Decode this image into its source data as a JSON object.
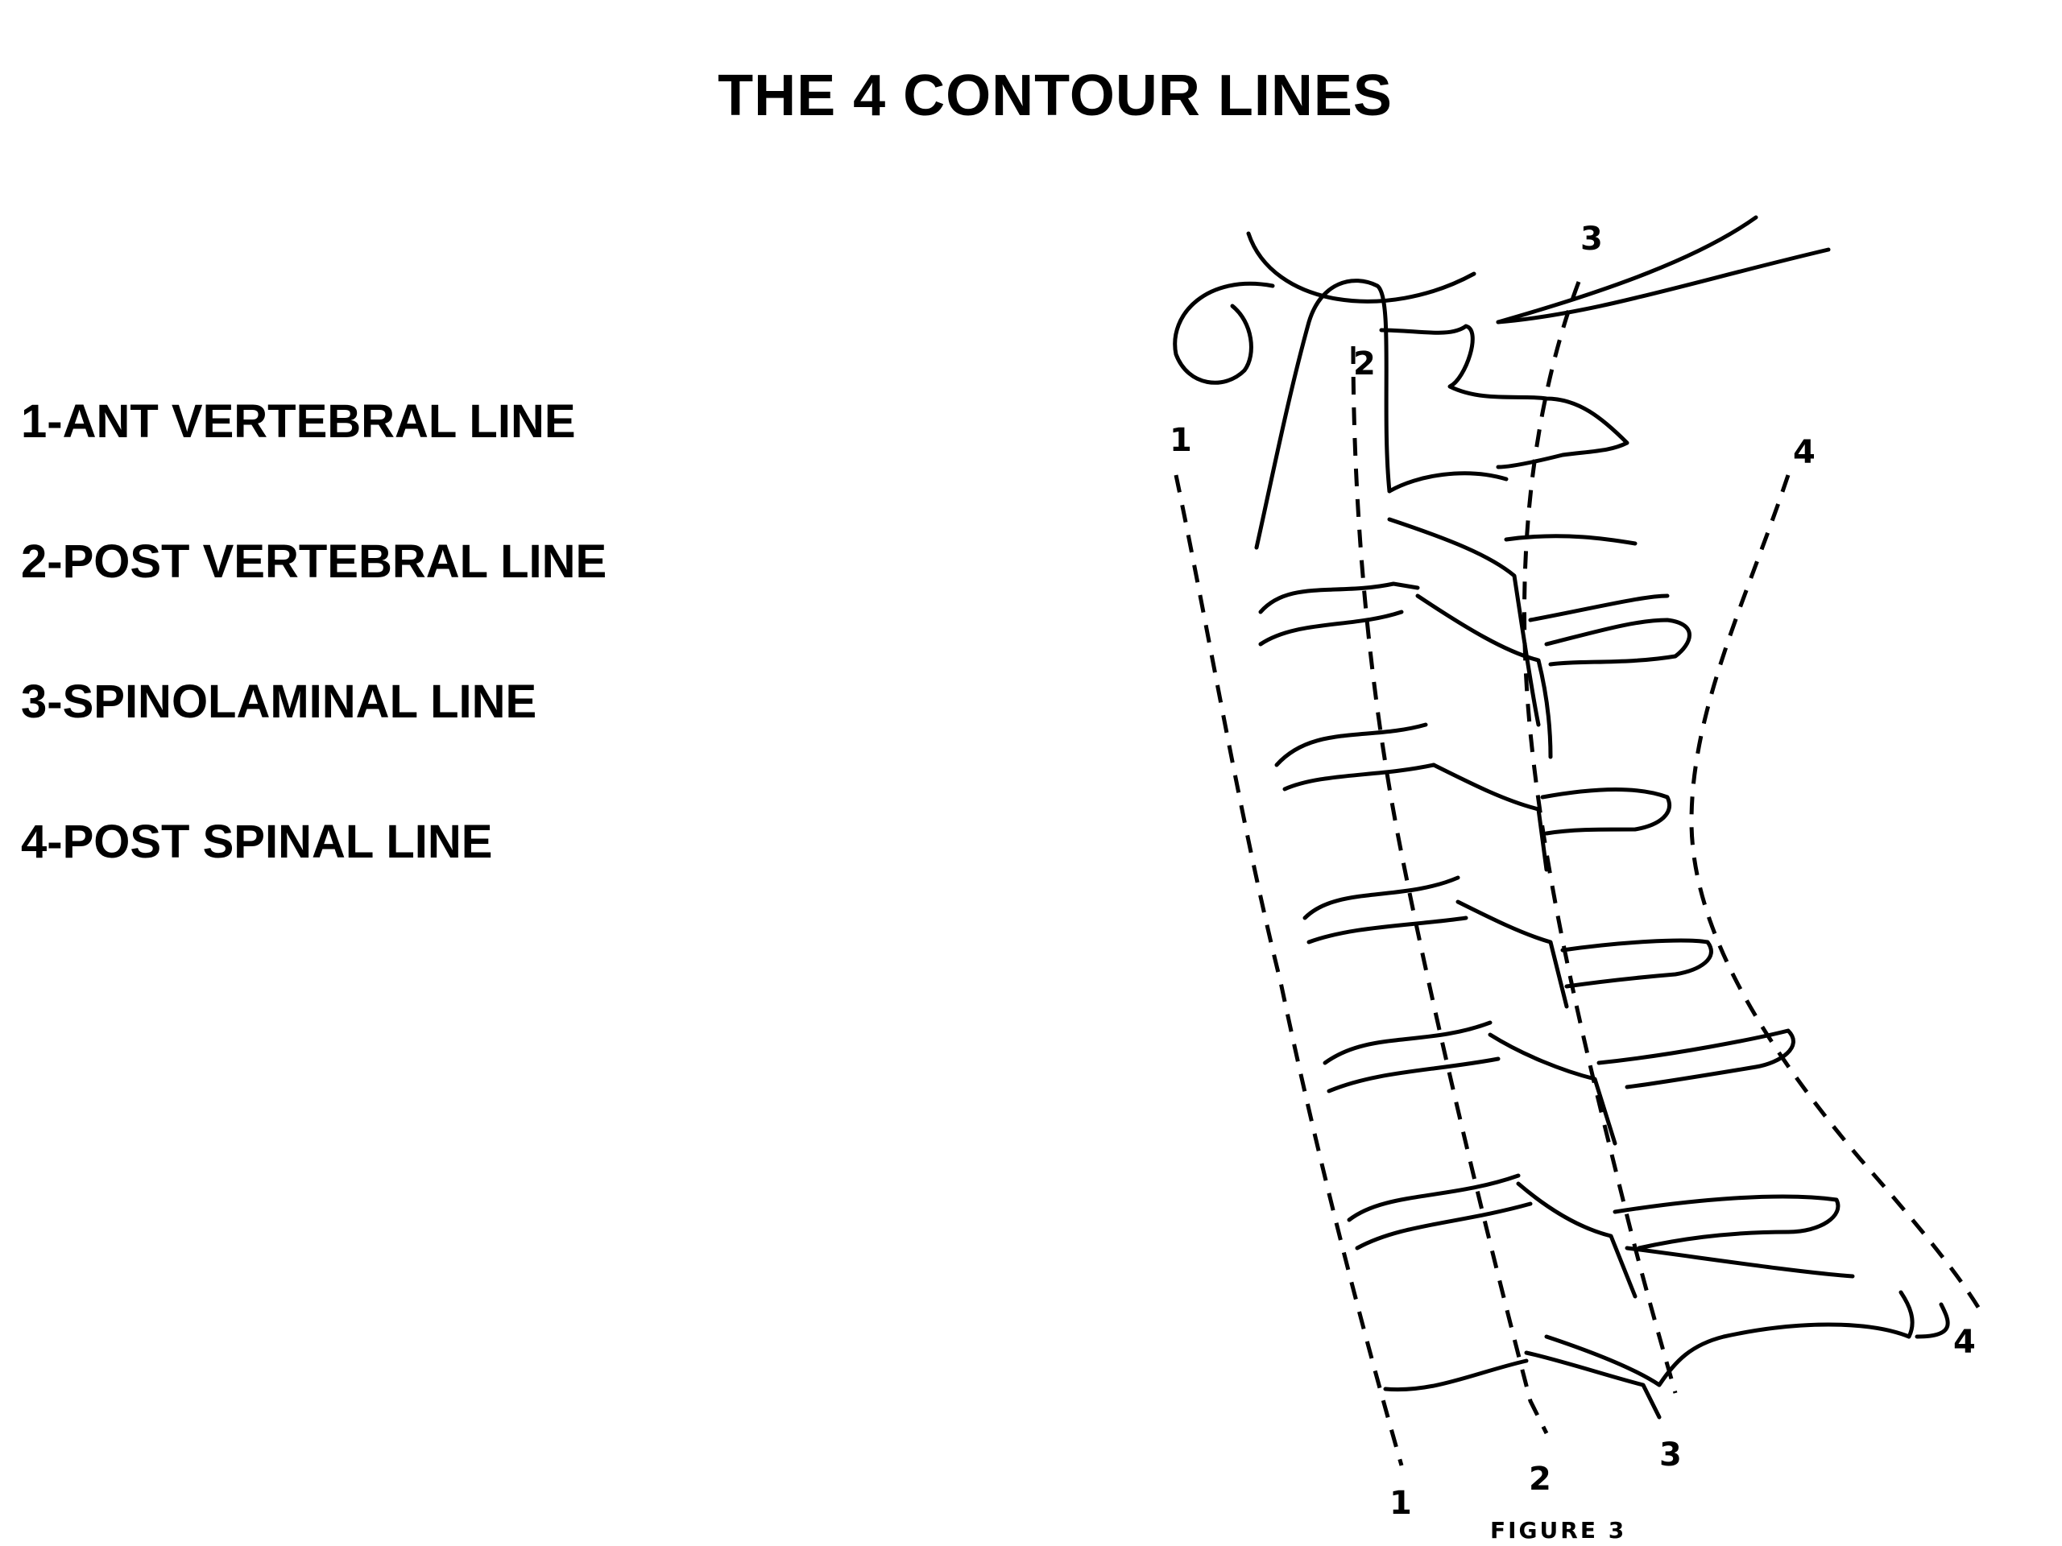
{
  "title": "THE 4 CONTOUR LINES",
  "legend": [
    "1-ANT VERTEBRAL LINE",
    "2-POST VERTEBRAL LINE",
    "3-SPINOLAMINAL LINE",
    "4-POST SPINAL LINE"
  ],
  "figure": {
    "caption": "FIGURE 3",
    "line_numbers": [
      "1",
      "2",
      "3",
      "4"
    ]
  }
}
